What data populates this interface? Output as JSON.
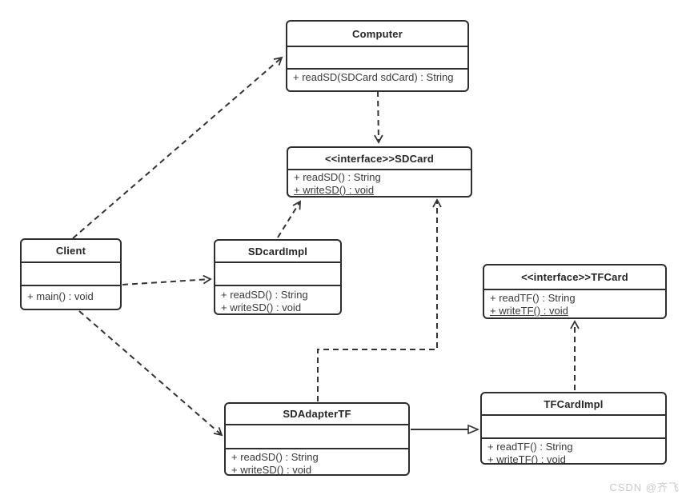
{
  "diagram_title": "Adapter pattern UML class diagram",
  "colors": {
    "background": "#ffffff",
    "line": "#333333",
    "box_border": "#2e2e2e",
    "title_text": "#262626",
    "member_text": "#3a3a3a",
    "watermark_text": "#c9c9c9"
  },
  "classes": {
    "computer": {
      "name": "Computer",
      "attributes": [],
      "methods": [
        "+ readSD(SDCard sdCard) : String"
      ]
    },
    "sdcard": {
      "name": "<<interface>>SDCard",
      "attributes": [],
      "methods": [
        "+ readSD() : String",
        "+ writeSD() : void"
      ]
    },
    "client": {
      "name": "Client",
      "attributes": [],
      "methods": [
        "+ main() : void"
      ]
    },
    "sdcardimpl": {
      "name": "SDcardImpl",
      "attributes": [],
      "methods": [
        "+ readSD() : String",
        "+ writeSD() : void"
      ]
    },
    "tfcard": {
      "name": "<<interface>>TFCard",
      "attributes": [],
      "methods": [
        "+ readTF() : String",
        "+ writeTF() : void"
      ]
    },
    "sdadaptertf": {
      "name": "SDAdapterTF",
      "attributes": [],
      "methods": [
        "+ readSD() : String",
        "+ writeSD() : void"
      ]
    },
    "tfcardimpl": {
      "name": "TFCardImpl",
      "attributes": [],
      "methods": [
        "+ readTF() : String",
        "+ writeTF() : void"
      ]
    }
  },
  "relationships": [
    {
      "from": "Client",
      "to": "Computer",
      "type": "dependency",
      "line": "dashed",
      "arrow": "open"
    },
    {
      "from": "Computer",
      "to": "SDCard",
      "type": "dependency",
      "line": "dashed",
      "arrow": "open"
    },
    {
      "from": "Client",
      "to": "SDcardImpl",
      "type": "dependency",
      "line": "dashed",
      "arrow": "open"
    },
    {
      "from": "SDcardImpl",
      "to": "SDCard",
      "type": "realization",
      "line": "dashed",
      "arrow": "open"
    },
    {
      "from": "Client",
      "to": "SDAdapterTF",
      "type": "dependency",
      "line": "dashed",
      "arrow": "open"
    },
    {
      "from": "SDAdapterTF",
      "to": "SDCard",
      "type": "realization",
      "line": "dashed",
      "arrow": "open"
    },
    {
      "from": "SDAdapterTF",
      "to": "TFCardImpl",
      "type": "generalization",
      "line": "solid",
      "arrow": "hollow-triangle"
    },
    {
      "from": "TFCardImpl",
      "to": "TFCard",
      "type": "realization",
      "line": "dashed",
      "arrow": "open"
    }
  ],
  "watermark": {
    "text": "CSDN @齐飞"
  }
}
